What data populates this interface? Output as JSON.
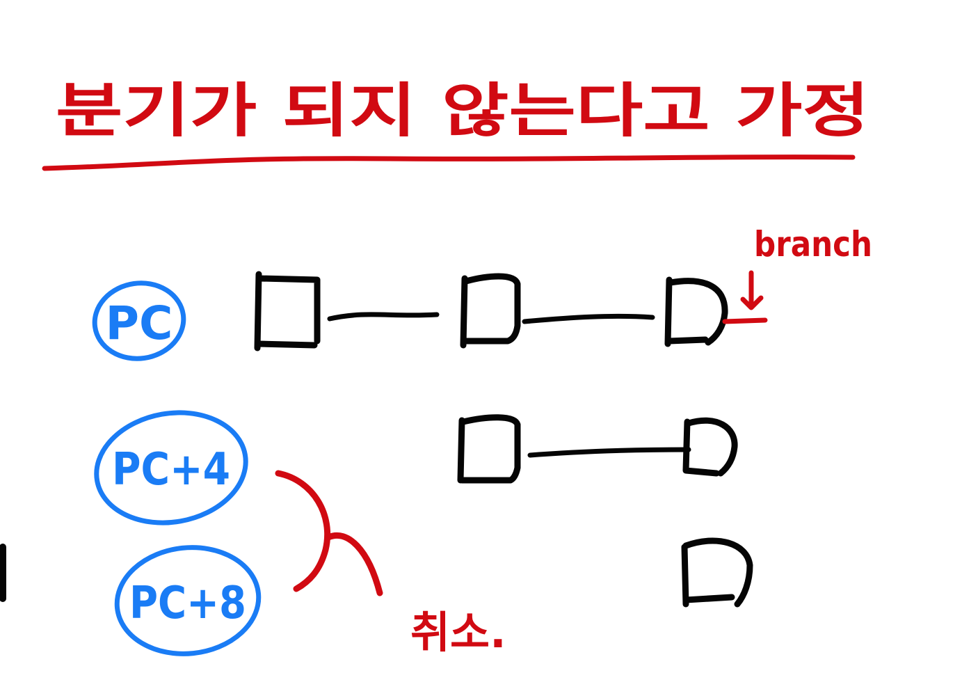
{
  "title": "분기가 되지 않는다고 가정",
  "branch_label": "branch",
  "cancel_label": "취소.",
  "stages": [
    {
      "label": "PC"
    },
    {
      "label": "PC+4"
    },
    {
      "label": "PC+8"
    }
  ],
  "colors": {
    "annotation": "#d10a12",
    "stage_label": "#1a7cf5",
    "pipeline": "#050505"
  }
}
